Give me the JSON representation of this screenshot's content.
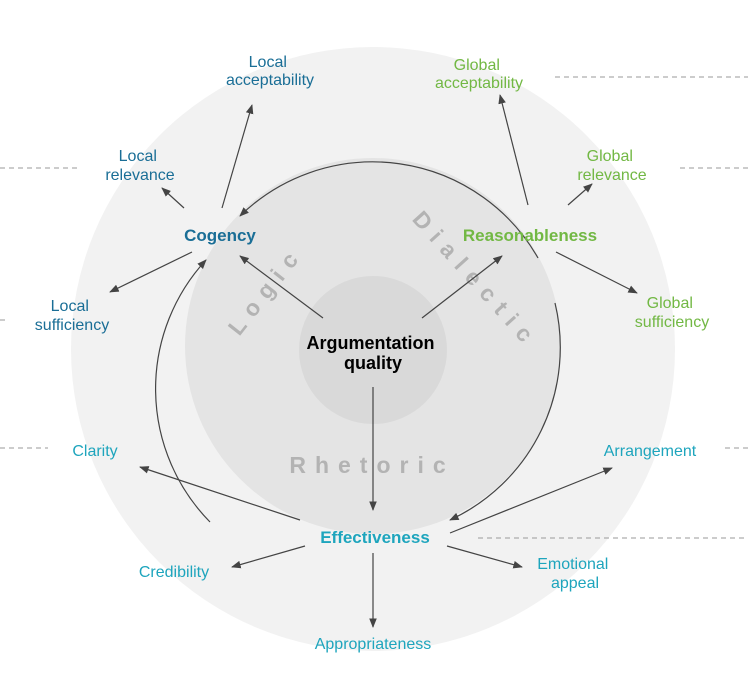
{
  "center": {
    "line1": "Argumentation",
    "line2": "quality"
  },
  "dimensions": {
    "logic": "Logic",
    "dialectic": "Dialectic",
    "rhetoric": "Rhetoric"
  },
  "cogency": {
    "label": "Cogency",
    "children": [
      {
        "line1": "Local",
        "line2": "acceptability"
      },
      {
        "line1": "Local",
        "line2": "relevance"
      },
      {
        "line1": "Local",
        "line2": "sufficiency"
      }
    ]
  },
  "reasonableness": {
    "label": "Reasonableness",
    "children": [
      {
        "line1": "Global",
        "line2": "acceptability"
      },
      {
        "line1": "Global",
        "line2": "relevance"
      },
      {
        "line1": "Global",
        "line2": "sufficiency"
      }
    ]
  },
  "effectiveness": {
    "label": "Effectiveness",
    "children": [
      {
        "line1": "Clarity"
      },
      {
        "line1": "Arrangement"
      },
      {
        "line1": "Credibility"
      },
      {
        "line1": "Emotional",
        "line2": "appeal"
      },
      {
        "line1": "Appropriateness"
      }
    ]
  },
  "colors": {
    "logic": "#1a6e96",
    "dialectic": "#72b844",
    "rhetoric": "#1ea5bd"
  }
}
